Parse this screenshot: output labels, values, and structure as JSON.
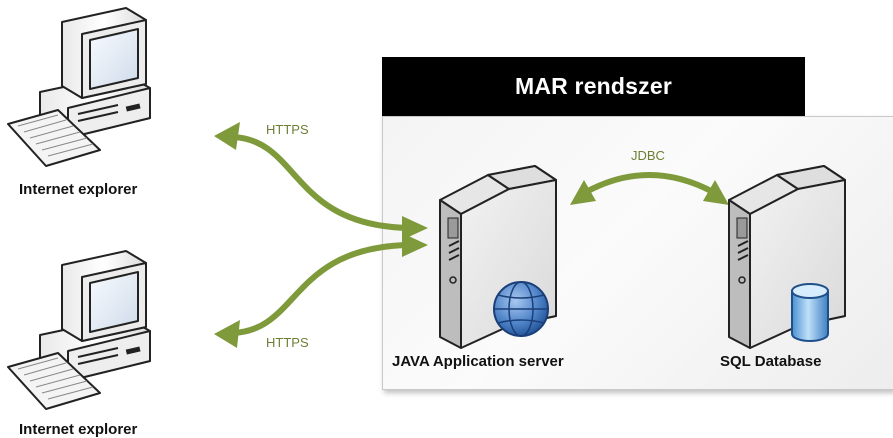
{
  "system": {
    "title": "MAR rendszer"
  },
  "clients": [
    {
      "label": "Internet explorer"
    },
    {
      "label": "Internet explorer"
    }
  ],
  "servers": {
    "app": {
      "label": "JAVA Application server"
    },
    "db": {
      "label": "SQL Database"
    }
  },
  "connections": {
    "https_top": "HTTPS",
    "https_bottom": "HTTPS",
    "jdbc": "JDBC"
  },
  "colors": {
    "arrow": "#7e9a3a",
    "proto_text": "#6d7f35",
    "header_bg": "#000000",
    "globe": "#3b6fb6",
    "database": "#5aa0d8"
  }
}
